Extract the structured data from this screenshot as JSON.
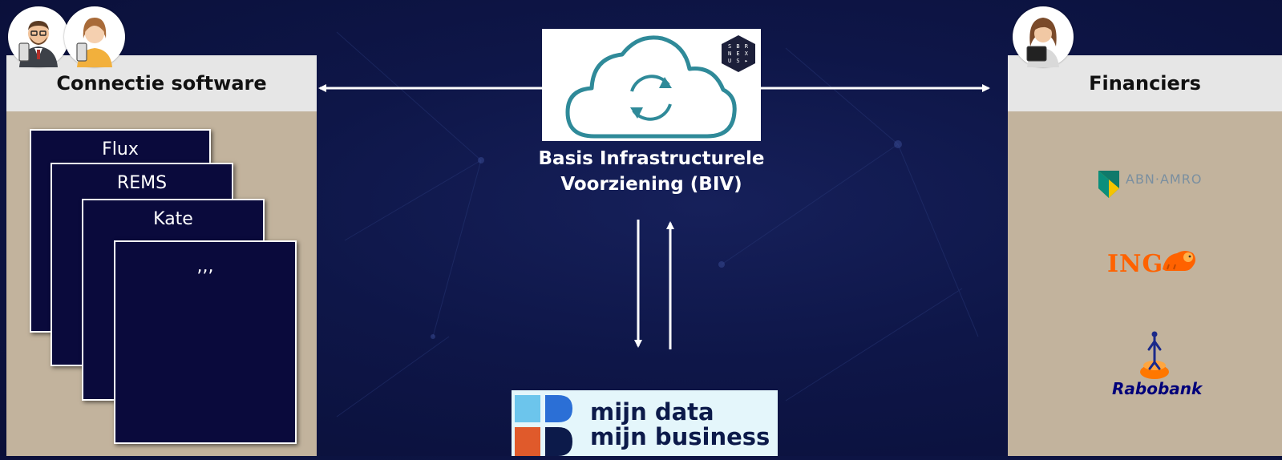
{
  "left_panel": {
    "title": "Connectie software",
    "cards": [
      "Flux",
      "REMS",
      "Kate",
      ",,,"
    ]
  },
  "right_panel": {
    "title": "Financiers",
    "banks": [
      {
        "name": "ABN·AMRO",
        "icon": "abn-amro-shield-icon"
      },
      {
        "name": "ING",
        "icon": "ing-lion-icon"
      },
      {
        "name": "Rabobank",
        "icon": "rabobank-logo-icon"
      }
    ]
  },
  "center": {
    "cloud_badge": "S B R\nN E X\nU S ▸",
    "biv_label": "Basis Infrastructurele\nVoorziening (BIV)",
    "logo_text": "mijn data\nmijn business"
  },
  "colors": {
    "background": "#0e1648",
    "panel_body": "#c2b39d",
    "panel_header": "#e6e6e6",
    "card": "#0a0a3c",
    "cloud_stroke": "#2f8a99",
    "ing_orange": "#ff6200",
    "rabobank_blue": "#00007a",
    "mdmb_blue": "#6cc5ec",
    "mdmb_orange": "#e05a2b"
  }
}
